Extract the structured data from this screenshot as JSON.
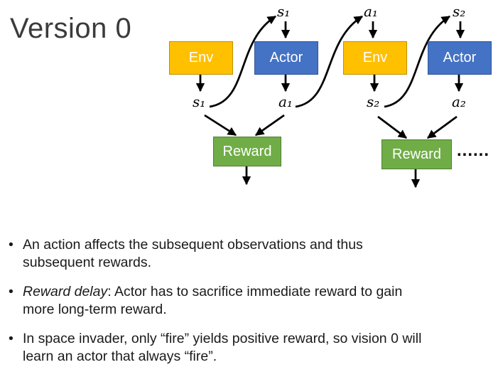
{
  "slide": {
    "title": "Version 0"
  },
  "diagram": {
    "env_label": "Env",
    "actor_label": "Actor",
    "reward_label": "Reward",
    "labels": {
      "top_s1": "s₁",
      "top_a1": "a₁",
      "top_s2": "s₂",
      "out_s1": "s₁",
      "out_a1": "a₁",
      "out_s2": "s₂",
      "out_a2": "a₂"
    },
    "dots": "......",
    "colors": {
      "env": "#FFC000",
      "actor": "#4472C4",
      "reward": "#70AD47",
      "arrow": "#000000"
    }
  },
  "bullets_meta": {
    "marker": "•"
  },
  "bullets": [
    {
      "text": "An action affects the subsequent observations and thus subsequent rewards."
    },
    {
      "italic_lead": "Reward delay",
      "text": ": Actor has to sacrifice immediate reward to gain more long-term reward."
    },
    {
      "text": "In space invader, only “fire” yields positive reward, so vision 0 will learn an actor that always “fire”."
    }
  ]
}
